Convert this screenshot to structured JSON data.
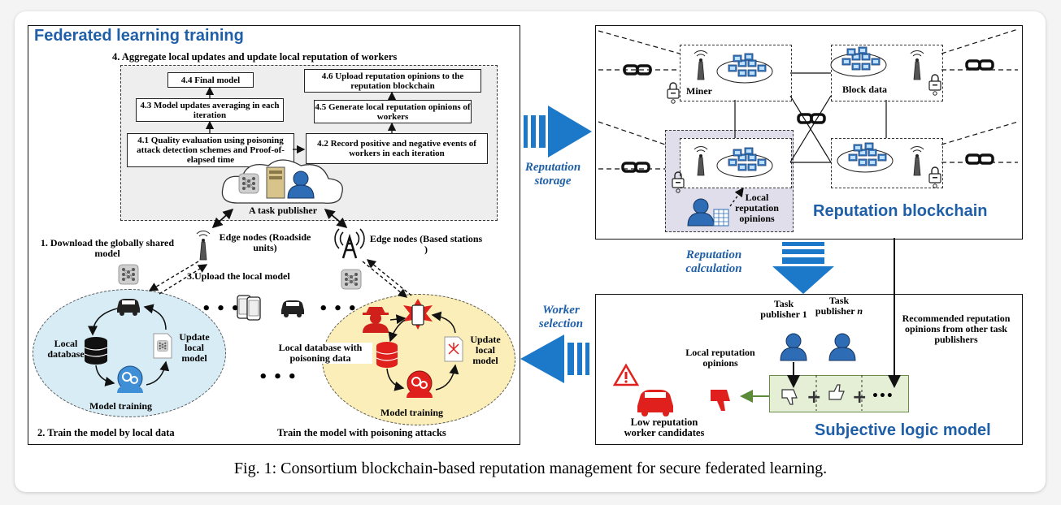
{
  "federated": {
    "title": "Federated learning training",
    "aggregate_title": "4. Aggregate local updates and update local reputation of workers",
    "steps": {
      "s44": "4.4 Final model",
      "s43": "4.3 Model updates averaging in each iteration",
      "s41": "4.1 Quality evaluation using poisoning attack detection schemes and Proof-of-elapsed time",
      "s46": "4.6 Upload reputation opinions to the reputation blockchain",
      "s45": "4.5 Generate local reputation opinions of workers",
      "s42": "4.2 Record positive and negative events of workers in each iteration"
    },
    "task_publisher": "A task publisher",
    "download": "1. Download the globally shared model",
    "edge_rsu": "Edge nodes (Roadside units)",
    "edge_bs": "Edge nodes (Based stations )",
    "upload": "3.Upload the local model",
    "local_database": "Local database",
    "update_local_model": "Update local model",
    "model_training": "Model training",
    "local_db_poison": "Local database with poisoning data",
    "update_local_model_2": "Update local model",
    "model_training_2": "Model training",
    "train_local": "2. Train the model by local data",
    "train_poison": "Train the model with poisoning attacks"
  },
  "middle": {
    "storage": "Reputation storage",
    "calculation": "Reputation calculation",
    "selection": "Worker selection"
  },
  "blockchain": {
    "title": "Reputation blockchain",
    "miner": "Miner",
    "block_data": "Block data",
    "local_opinions": "Local reputation opinions"
  },
  "subjective": {
    "title": "Subjective logic model",
    "tp1": "Task publisher 1",
    "tpn_prefix": "Task publisher ",
    "tpn_n": "n",
    "recommended": "Recommended reputation opinions from other task publishers",
    "local_opinions": "Local reputation opinions",
    "low_rep": "Low reputation worker candidates",
    "dots": "•••"
  },
  "caption": "Fig. 1: Consortium blockchain-based reputation management for secure federated learning.",
  "colors": {
    "blue": "#1f5fa8",
    "arrow_blue": "#1c78c8",
    "red": "#e0201c",
    "light_blue": "#d8ecf5",
    "light_yellow": "#fbeeb8",
    "gray_box": "#efefef",
    "lavender": "#e0deea",
    "light_green": "#e4efd6"
  }
}
